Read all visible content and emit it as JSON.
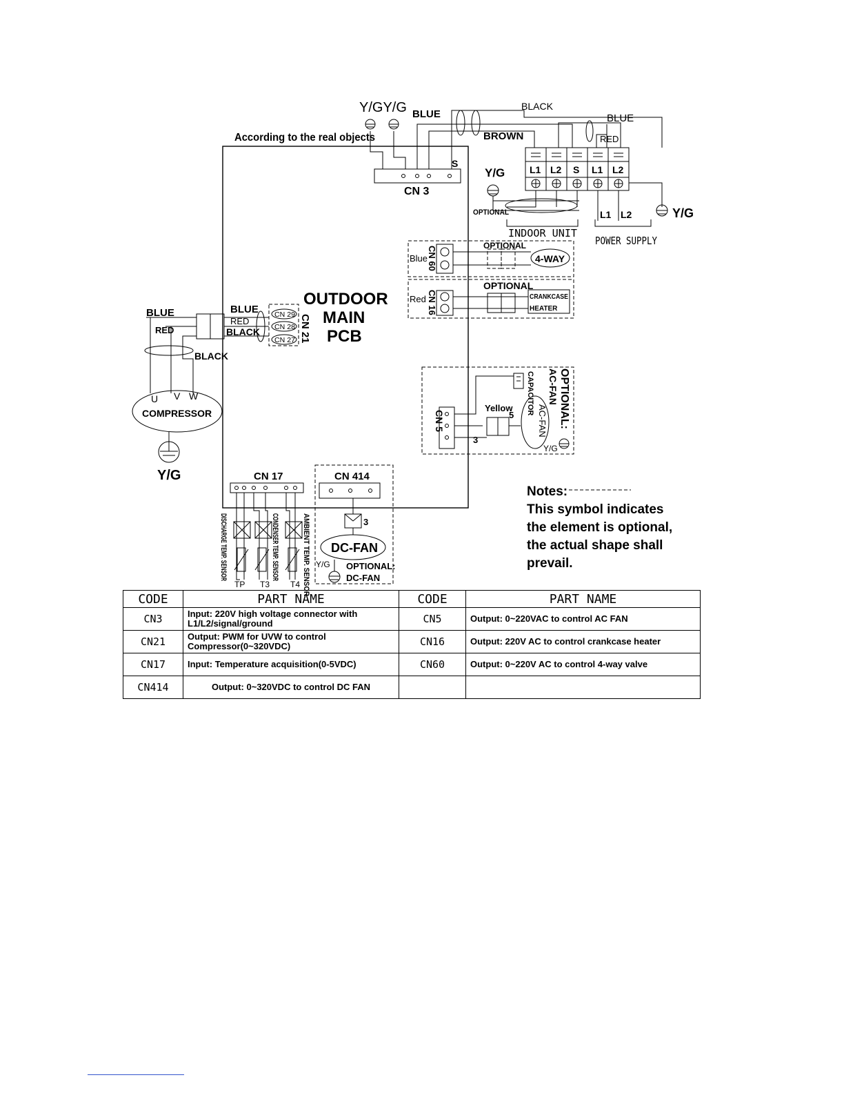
{
  "labels": {
    "yg_top": "Y/GY/G",
    "blue_top": "BLUE",
    "black_top": "BLACK",
    "blue_right": "BLUE",
    "brown": "BROWN",
    "red_right": "RED",
    "according": "According to the real objects",
    "s": "S",
    "cn3": "CN 3",
    "yg_optional": "Y/G",
    "optional_small": "OPTIONAL",
    "term_l1": "L1",
    "term_l2": "L2",
    "term_s": "S",
    "term_l1b": "L1",
    "term_l2b": "L2",
    "ps_l1": "L1",
    "ps_l2": "L2",
    "yg_ps": "Y/G",
    "indoor_unit": "INDOOR UNIT",
    "power_supply": "POWER SUPPLY",
    "blue_cn60": "Blue",
    "cn60": "CN 60",
    "optional_4way": "OPTIONAL",
    "four_way": "4-WAY",
    "red_cn16": "Red",
    "cn16": "CN 16",
    "optional_ch": "OPTIONAL",
    "crankcase": "CRANKCASE",
    "heater": "HEATER",
    "outdoor": "OUTDOOR",
    "main": "MAIN",
    "pcb": "PCB",
    "blue_left": "BLUE",
    "red_left": "RED",
    "blue_cn": "BLUE",
    "red_cn": "RED",
    "black_cn": "BLACK",
    "cn29": "CN 29",
    "cn28": "CN 28",
    "cn27": "CN 27",
    "cn21": "CN 21",
    "black_left": "BLACK",
    "u": "U",
    "v": "V",
    "w": "W",
    "compressor": "COMPRESSOR",
    "yg_comp": "Y/G",
    "cn5": "CN 5",
    "capacitor": "CAPACITOR",
    "ac_fan": "AC-FAN",
    "optional_acfan_1": "OPTIONAL:",
    "optional_acfan_2": "AC-FAN",
    "yellow": "Yellow",
    "num5": "5",
    "num3": "3",
    "yg_acfan": "Y/G",
    "cn17": "CN 17",
    "cn414": "CN 414",
    "num3b": "3",
    "dc_fan": "DC-FAN",
    "yg_dc": "Y/G",
    "optional_dc_1": "OPTIONAL:",
    "optional_dc_2": "DC-FAN",
    "discharge": "DISCHARGE TEMP. SENSOR",
    "condenser": "CONDENSER TEMP. SENSOR",
    "ambient": "AMBIENT TEMP. SENSOR",
    "tp": "TP",
    "t3": "T3",
    "t4": "T4",
    "notes": "Notes:",
    "note1": "This symbol indicates",
    "note2": "the element is optional,",
    "note3": "the actual shape shall",
    "note4": "prevail."
  },
  "table": {
    "headers": [
      "CODE",
      "PART NAME",
      "CODE",
      "PART NAME"
    ],
    "rows": [
      {
        "code1": "CN3",
        "name1": "Input:  220V high voltage connector with L1/L2/signal/ground",
        "code2": "CN5",
        "name2": "Output: 0~220VAC to control AC FAN"
      },
      {
        "code1": "CN21",
        "name1": "Output: PWM for UVW to control Compressor(0~320VDC)",
        "code2": "CN16",
        "name2": "Output: 220V AC to control crankcase  heater"
      },
      {
        "code1": "CN17",
        "name1": "Input: Temperature acquisition(0-5VDC)",
        "code2": "CN60",
        "name2": "Output: 0~220V AC to control 4-way valve"
      },
      {
        "code1": "CN414",
        "name1": "Output: 0~320VDC to control DC FAN",
        "code2": "",
        "name2": ""
      }
    ]
  }
}
